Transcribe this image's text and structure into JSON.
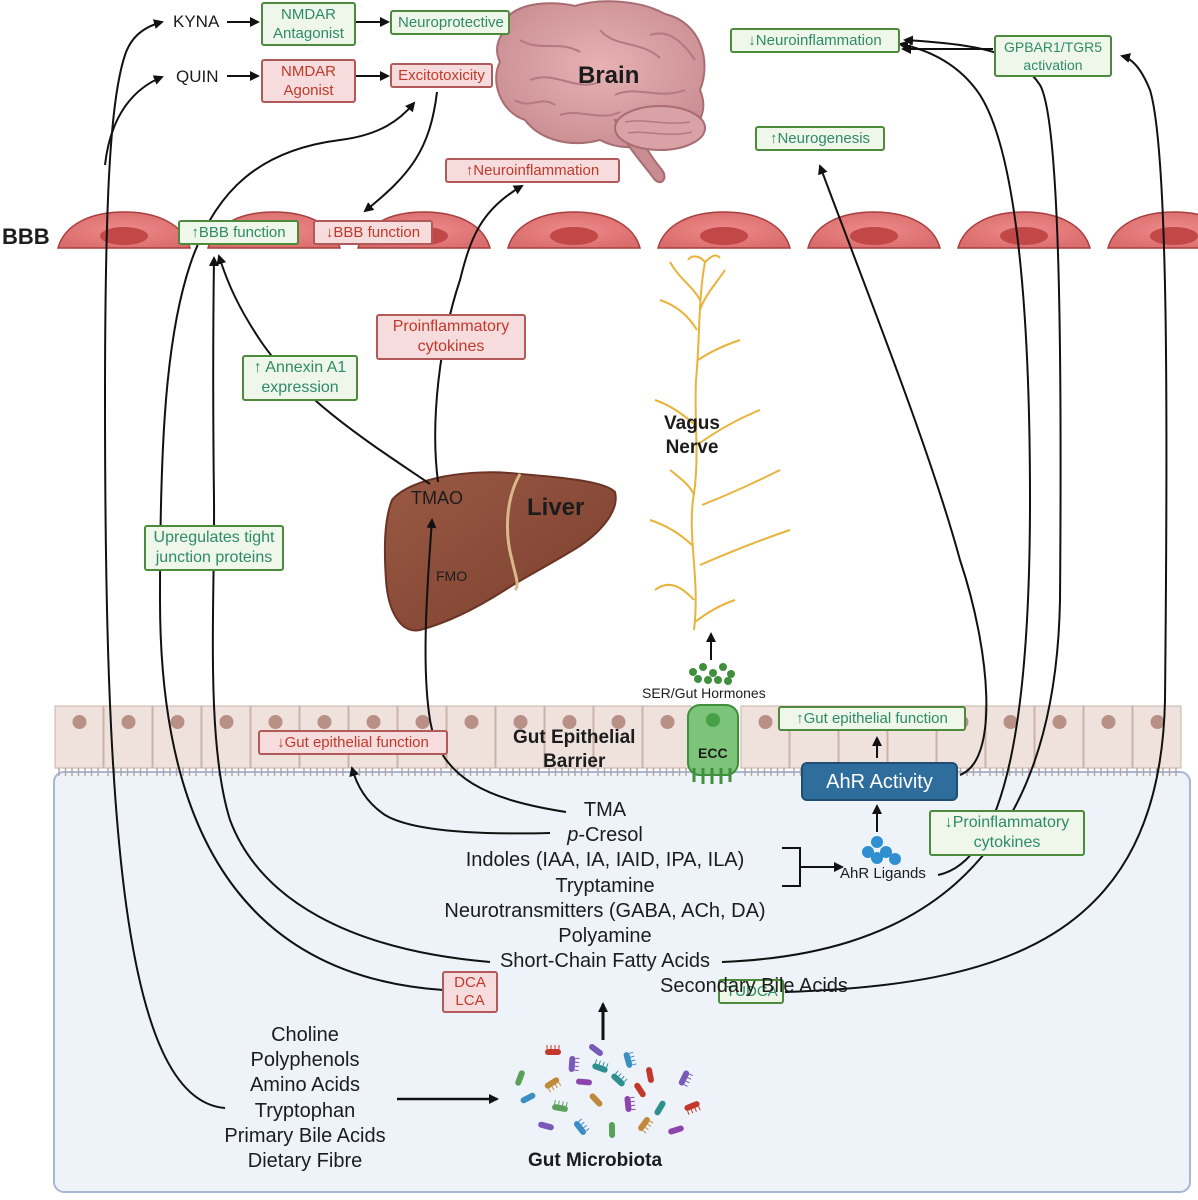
{
  "labels": {
    "brain": "Brain",
    "bbb": "BBB",
    "liver": "Liver",
    "vagus_line1": "Vagus",
    "vagus_line2": "Nerve",
    "gut_barrier_line1": "Gut Epithelial",
    "gut_barrier_line2": "Barrier",
    "ecc": "ECC",
    "ser_hormones": "SER/Gut Hormones",
    "gut_microbiota": "Gut Microbiota",
    "ahr_ligands": "AhR Ligands",
    "ahr_activity": "AhR Activity",
    "kyna": "KYNA",
    "quin": "QUIN",
    "tmao": "TMAO",
    "fmo": "FMO"
  },
  "boxes": {
    "nmdar_antagonist": "NMDAR\nAntagonist",
    "neuroprotective": "Neuroprotective",
    "nmdar_agonist": "NMDAR\nAgonist",
    "excitotoxicity": "Excitotoxicity",
    "bbb_up": "BBB function",
    "bbb_down": "BBB function",
    "neuroinflammation_up": "Neuroinflammation",
    "neuroinflammation_down": "Neuroinflammation",
    "gpbar1_tgr5": "GPBAR1/TGR5\nactivation",
    "neurogenesis_up": "Neurogenesis",
    "proinflammatory_cytokines": "Proinflammatory\ncytokines",
    "annexin_a1": "Annexin A1\nexpression",
    "tight_junction": "Upregulates tight\njunction proteins",
    "gut_epithelial_down": "Gut epithelial function",
    "gut_epithelial_up": "Gut epithelial function",
    "proinflammatory_down": "Proinflammatory\ncytokines",
    "dca_lca": "DCA\nLCA",
    "tudca": "TUDCA"
  },
  "metabolites": [
    "TMA",
    "p-Cresol",
    "Indoles (IAA, IA, IAID, IPA, ILA)",
    "Tryptamine",
    "Neurotransmitters (GABA, ACh, DA)",
    "Polyamine",
    "Short-Chain Fatty Acids",
    "Secondary Bile Acids"
  ],
  "dietary_inputs": [
    "Choline",
    "Polyphenols",
    "Amino Acids",
    "Tryptophan",
    "Primary Bile Acids",
    "Dietary Fibre"
  ],
  "colors": {
    "green_border": "#4c8a3c",
    "green_fill": "#eef7e9",
    "green_text": "#2f8a6a",
    "red_border": "#b25a5a",
    "red_fill": "#f6dcdc",
    "red_text": "#c0392b",
    "ahr_box": "#2e6d9c",
    "lumen": "#eef3fa"
  }
}
